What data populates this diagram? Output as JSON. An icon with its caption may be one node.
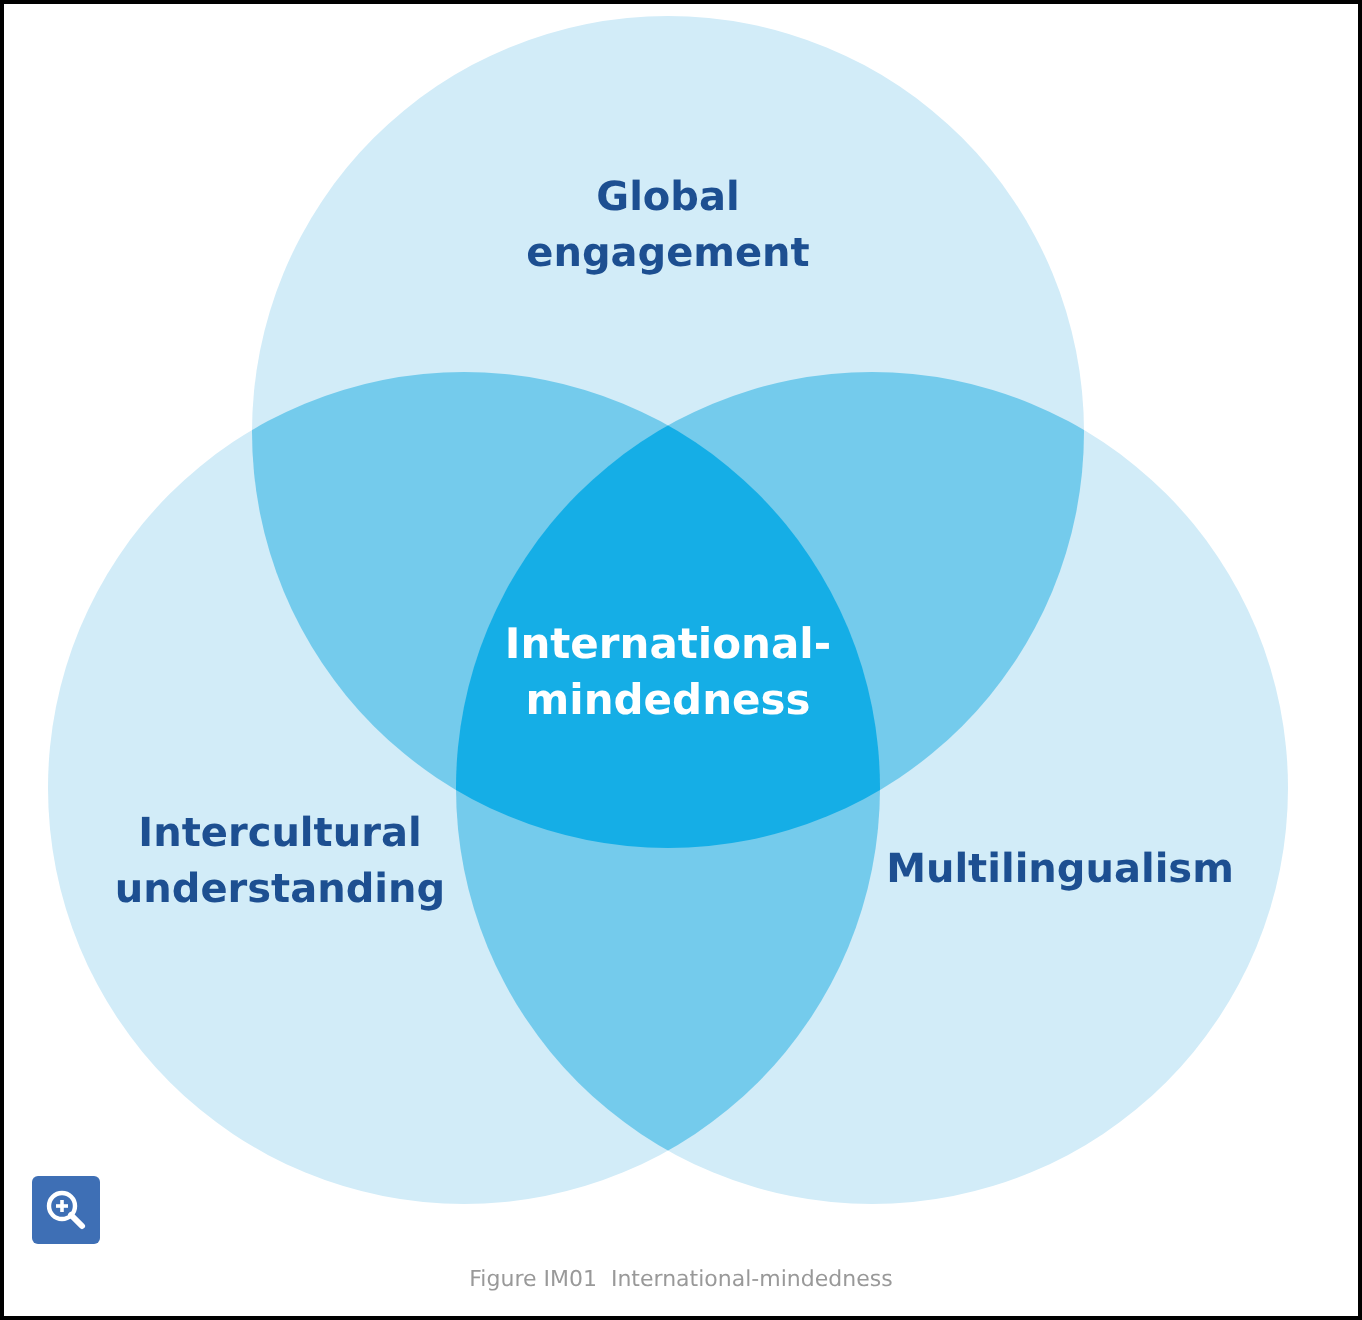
{
  "diagram": {
    "caption": "Figure IM01  International-mindedness",
    "nodes": [
      {
        "text": [
          "Global engagement"
        ]
      },
      {
        "text": [
          "Intercultural understanding"
        ]
      },
      {
        "text": [
          "Multilingualism"
        ]
      },
      {
        "text": [
          "International-mindedness"
        ]
      }
    ]
  }
}
